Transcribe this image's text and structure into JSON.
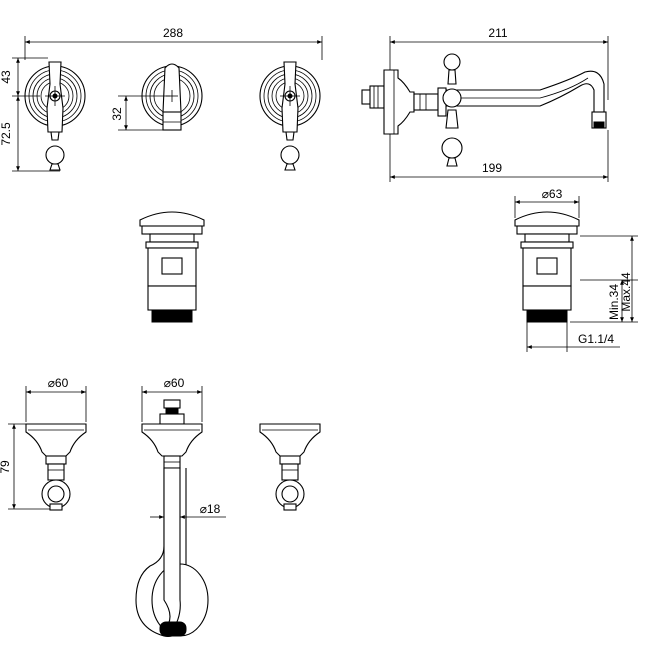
{
  "dimensions": {
    "spread_width": "288",
    "spout_length": "211",
    "spout_reach": "199",
    "handle_top": "43",
    "handle_height": "72.5",
    "center_offset": "32",
    "waste_diameter": "⌀63",
    "waste_min": "Min.34",
    "waste_max": "Max.44",
    "waste_thread": "G1.1/4",
    "rosette_left_diameter": "⌀60",
    "rosette_center_diameter": "⌀60",
    "rosette_height": "79",
    "pipe_diameter": "⌀18"
  },
  "colors": {
    "line": "#000000",
    "background": "#ffffff"
  },
  "views": [
    {
      "name": "front-view-mixer-set",
      "icon": "faucet-front-icon"
    },
    {
      "name": "side-view-spout",
      "icon": "spout-side-icon"
    },
    {
      "name": "waste-valve-front",
      "icon": "pop-up-waste-icon"
    },
    {
      "name": "waste-valve-dimensioned",
      "icon": "pop-up-waste-icon"
    },
    {
      "name": "concealed-body-section",
      "icon": "wall-body-icon"
    }
  ]
}
